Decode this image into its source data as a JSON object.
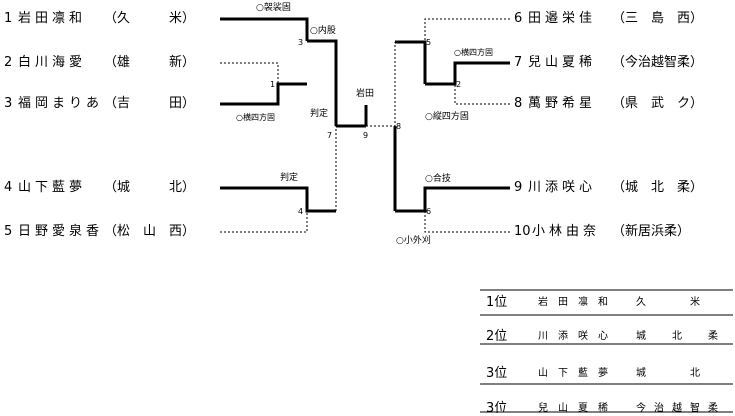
{
  "left": [
    {
      "seed": "1",
      "name": "岩田凛和",
      "school": "久　　　米"
    },
    {
      "seed": "2",
      "name": "白川海愛",
      "school": "雄　　　新"
    },
    {
      "seed": "3",
      "name": "福岡まりあ",
      "school": "吉　　　田"
    },
    {
      "seed": "4",
      "name": "山下藍夢",
      "school": "城　　　北"
    },
    {
      "seed": "5",
      "name": "日野愛泉香",
      "school": "松　山　西"
    }
  ],
  "right": [
    {
      "seed": "6",
      "name": "田邉栄佳",
      "school": "三　島　西"
    },
    {
      "seed": "7",
      "name": "兒山夏稀",
      "school": "今治越智柔"
    },
    {
      "seed": "8",
      "name": "萬野希星",
      "school": "県　武　ク"
    },
    {
      "seed": "9",
      "name": "川添咲心",
      "school": "城　北　柔"
    },
    {
      "seed": "10",
      "name": "小林由奈",
      "school": "新居浜柔"
    }
  ],
  "results": {
    "m1": "○横四方固",
    "m2": "○横四方固",
    "m3": "○袈裟固",
    "m4": "判定",
    "m5": "○縦四方固",
    "m6": "○合技",
    "m6b": "○小外刈",
    "m7": "判定",
    "m8": "○内股",
    "final_winner": "岩田"
  },
  "match_numbers": [
    "1",
    "2",
    "3",
    "4",
    "5",
    "6",
    "7",
    "8",
    "9"
  ],
  "rankings": [
    {
      "place": "1位",
      "name": "岩田凛和",
      "school": "久　　米"
    },
    {
      "place": "2位",
      "name": "川添咲心",
      "school": "城　北　柔"
    },
    {
      "place": "3位",
      "name": "山下藍夢",
      "school": "城　　北"
    },
    {
      "place": "3位",
      "name": "兒山夏稀",
      "school": "今治越智柔"
    }
  ]
}
